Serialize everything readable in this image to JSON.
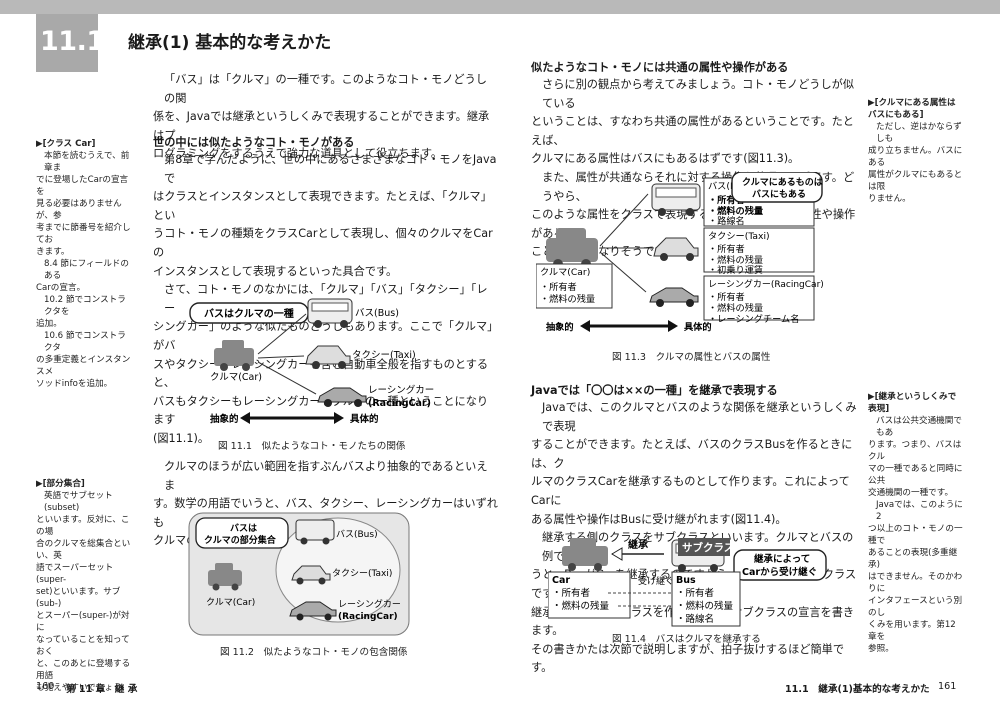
{
  "header": {
    "section_number": "11.1",
    "section_title": "継承(1) 基本的な考えかた"
  },
  "left": {
    "intro": [
      "「バス」は「クルマ」の一種です。このようなコト・モノどうしの関",
      "係を、Javaでは継承というしくみで表現することができます。継承はプ",
      "ログラミングをするうえで強力な道具として役立ちます。"
    ],
    "heading1": "世の中には似たようなコト・モノがある",
    "para1": [
      "第8章で学んだように、世の中にあるさまざまなコト・モノをJavaで",
      "はクラスとインスタンスとして表現できます。たとえば、「クルマ」とい",
      "うコト・モノの種類をクラスCarとして表現し、個々のクルマをCarの",
      "インスタンスとして表現するといった具合です。",
      "さて、コト・モノのなかには、「クルマ」「バス」「タクシー」「レー",
      "シングカー」のような似たものどうしもあります。ここで「クルマ」がバ",
      "スやタクシーやレーシングカーを含む自動車全般を指すものとすると、",
      "バスもタクシーもレーシングカーもクルマの一種ということになります",
      "(図11.1)。"
    ],
    "fig1": {
      "callout": "バスはクルマの一種",
      "bus": "バス(Bus)",
      "taxi": "タクシー(Taxi)",
      "racing1": "レーシングカー",
      "racing2": "(RacingCar)",
      "car": "クルマ(Car)",
      "abstract": "抽象的",
      "concrete": "具体的",
      "caption": "図 11.1　似たようなコト・モノたちの関係"
    },
    "para2": [
      "クルマのほうが広い範囲を指すぶんバスより抽象的であるといえま",
      "す。数学の用語でいうと、バス、タクシー、レーシングカーはいずれも",
      "クルマの部分集合です(図11.2)。"
    ],
    "fig2": {
      "callout1": "バスは",
      "callout2": "クルマの部分集合",
      "bus": "バス(Bus)",
      "taxi": "タクシー(Taxi)",
      "racing1": "レーシングカー",
      "racing2": "(RacingCar)",
      "car": "クルマ(Car)",
      "caption": "図 11.2　似たようなコト・モノの包含関係"
    },
    "side1": {
      "title": "▶[クラス Car]",
      "lines": [
        "本節を読むうえで、前章ま",
        "でに登場したCarの宣言を",
        "見る必要はありませんが、参",
        "考までに節番号を紹介してお",
        "きます。",
        "8.4 節にフィールドのある",
        "Carの宣言。",
        "10.2 節でコンストラクタを",
        "追加。",
        "10.6 節でコンストラクタ",
        "の多重定義とインスタンスメ",
        "ソッドinfoを追加。"
      ]
    },
    "side2": {
      "title": "▶[部分集合]",
      "lines": [
        "英語でサブセット(subset)",
        "といいます。反対に、この場",
        "合のクルマを総集合といい、英",
        "語でスーパーセット(super-",
        "set)といいます。サブ(sub-)",
        "とスーパー(super-)が対に",
        "なっていることを知っておく",
        "と、このあとに登場する用語",
        "も覚えやすいでしょう。"
      ]
    },
    "footer": {
      "page": "160",
      "chapter": "第 11 章　継 承"
    }
  },
  "right": {
    "heading1": "似たようなコト・モノには共通の属性や操作がある",
    "para1": [
      "さらに別の観点から考えてみましょう。コト・モノどうしが似ている",
      "ということは、すなわち共通の属性があるということです。たとえば、",
      "クルマにある属性はバスにもあるはずです(図11.3)。",
      "また、属性が共通ならそれに対する操作も共通のはずです。どうやら、",
      "このような属性をクラスで表現するときには、共通の属性や操作がある",
      "ことがカギになりそうです。"
    ],
    "fig3": {
      "callout1": "クルマにあるものは",
      "callout2": "バスにもある",
      "bus_title": "バス(Bus)",
      "bus_items": [
        "・所有者",
        "・燃料の残量",
        "・路線名"
      ],
      "taxi_title": "タクシー(Taxi)",
      "taxi_items": [
        "・所有者",
        "・燃料の残量",
        "・初乗り運賃"
      ],
      "race_title": "レーシングカー(RacingCar)",
      "race_items": [
        "・所有者",
        "・燃料の残量",
        "・レーシングチーム名"
      ],
      "car_title": "クルマ(Car)",
      "car_items": [
        "・所有者",
        "・燃料の残量"
      ],
      "abstract": "抽象的",
      "concrete": "具体的",
      "caption": "図 11.3　クルマの属性とバスの属性"
    },
    "heading2": "Javaでは「〇〇は××の一種」を継承で表現する",
    "para2": [
      "Javaでは、このクルマとバスのような関係を継承というしくみで表現",
      "することができます。たとえば、バスのクラスBusを作るときには、ク",
      "ルマのクラスCarを継承するものとして作ります。これによってCarに",
      "ある属性や操作はBusに受け継がれます(図11.4)。",
      "継承する側のクラスをサブクラスといいます。クルマとバスの例でい",
      "うと、BusがCarを継承するのですから、BusはCarのサブクラスです。",
      "継承によってサブクラスを作るためにはサブクラスの宣言を書きます。",
      "その書きかたは次節で説明しますが、拍子抜けするほど簡単です。"
    ],
    "fig4": {
      "inherit": "継承",
      "subclass": "サブクラス",
      "callout1": "継承によって",
      "callout2": "Carから受け継ぐ",
      "car_title": "Car",
      "car_items": [
        "・所有者",
        "・燃料の残量"
      ],
      "inherits": "受け継ぐ",
      "bus_title": "Bus",
      "bus_items": [
        "・所有者",
        "・燃料の残量",
        "・路線名"
      ],
      "caption": "図 11.4　バスはクルマを継承する"
    },
    "side1": {
      "title": "▶[クルマにある属性はバスにもある]",
      "lines": [
        "ただし、逆はかならずしも",
        "成り立ちません。バスにある",
        "属性がクルマにもあるとは限",
        "りません。"
      ]
    },
    "side2": {
      "title": "▶[継承というしくみで表現]",
      "lines": [
        "バスは公共交通機関でもあ",
        "ります。つまり、バスはクル",
        "マの一種であると同時に公共",
        "交通機関の一種です。",
        "Javaでは、このように2",
        "つ以上のコト・モノの一種で",
        "あることの表現(多重継承)",
        "はできません。そのかわりに",
        "インタフェースという別のし",
        "くみを用います。第12章を",
        "参照。"
      ]
    },
    "footer": {
      "section": "11.1　継承(1)基本的な考えかた",
      "page": "161"
    }
  }
}
